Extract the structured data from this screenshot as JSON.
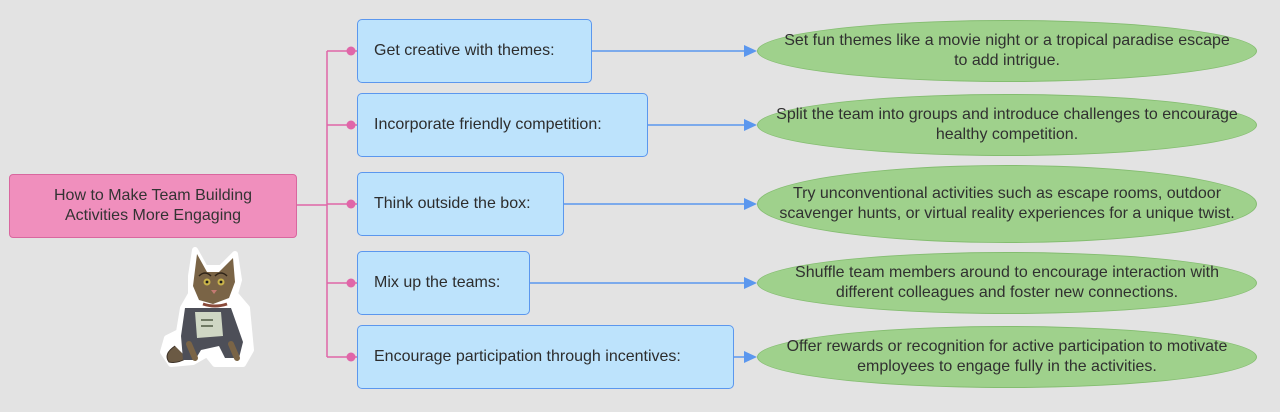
{
  "root": {
    "label": "How to Make Team Building Activities More Engaging"
  },
  "branches": [
    {
      "topic": "Get creative with themes:",
      "detail": "Set fun themes like a movie night or a tropical paradise escape to add intrigue."
    },
    {
      "topic": "Incorporate friendly competition:",
      "detail": "Split the team into groups and introduce challenges to encourage healthy competition."
    },
    {
      "topic": "Think outside the box:",
      "detail": "Try unconventional activities such as escape rooms, outdoor scavenger hunts, or virtual reality experiences for a unique twist."
    },
    {
      "topic": "Mix up the teams:",
      "detail": "Shuffle team members around to encourage interaction with different colleagues and foster new connections."
    },
    {
      "topic": "Encourage participation through incentives:",
      "detail": "Offer rewards or recognition for active participation to motivate employees to engage fully in the activities."
    }
  ],
  "colors": {
    "root_fill": "#f08fbd",
    "connector_pink": "#e066a8",
    "topic_fill": "#bde3fc",
    "topic_border": "#5b97ee",
    "arrow_blue": "#5b97ee",
    "detail_fill": "#9fd18c",
    "detail_border": "#84bd70"
  },
  "icons": {
    "sticker": "cat-in-hoodie-sticker"
  }
}
